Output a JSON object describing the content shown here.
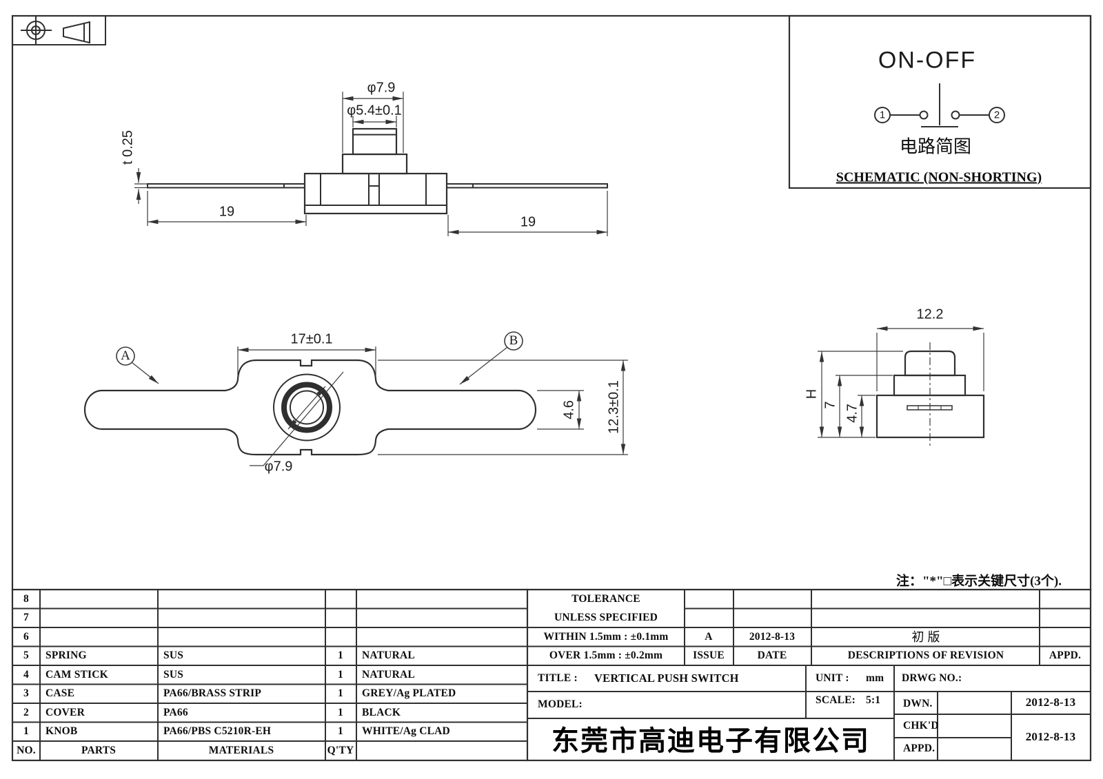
{
  "sheet": {
    "note": "注：\"*\"□表示关键尺寸(3个).",
    "company": "东莞市高迪电子有限公司"
  },
  "schematic": {
    "title": "ON-OFF",
    "terminal_left": "1",
    "terminal_right": "2",
    "caption_cn": "电路简图",
    "caption_en": "SCHEMATIC (NON-SHORTING)"
  },
  "front_view": {
    "dim_knob_top": "φ7.9",
    "dim_stem": "φ5.4±0.1",
    "dim_thickness": "t 0.25",
    "dim_terminal_left": "19",
    "dim_terminal_right": "19"
  },
  "top_view": {
    "label_a": "A",
    "label_b": "B",
    "dim_body_width": "17±0.1",
    "dim_hole": "φ7.9",
    "dim_terminal_width": "4.6",
    "dim_body_depth": "12.3±0.1"
  },
  "side_view": {
    "dim_width": "12.2",
    "dim_total_height": "H",
    "dim_mid_height": "7",
    "dim_base_height": "4.7"
  },
  "parts_table": {
    "headers": {
      "no": "NO.",
      "parts": "PARTS",
      "materials": "MATERIALS",
      "qty": "Q'TY"
    },
    "rows": [
      {
        "no": "8",
        "parts": "",
        "materials": "",
        "qty": "",
        "finish": ""
      },
      {
        "no": "7",
        "parts": "",
        "materials": "",
        "qty": "",
        "finish": ""
      },
      {
        "no": "6",
        "parts": "",
        "materials": "",
        "qty": "",
        "finish": ""
      },
      {
        "no": "5",
        "parts": "SPRING",
        "materials": "SUS",
        "qty": "1",
        "finish": "NATURAL"
      },
      {
        "no": "4",
        "parts": "CAM STICK",
        "materials": "SUS",
        "qty": "1",
        "finish": "NATURAL"
      },
      {
        "no": "3",
        "parts": "CASE",
        "materials": "PA66/BRASS STRIP",
        "qty": "1",
        "finish": "GREY/Ag PLATED"
      },
      {
        "no": "2",
        "parts": "COVER",
        "materials": "PA66",
        "qty": "1",
        "finish": "BLACK"
      },
      {
        "no": "1",
        "parts": "KNOB",
        "materials": "PA66/PBS C5210R-EH",
        "qty": "1",
        "finish": "WHITE/Ag CLAD"
      }
    ]
  },
  "title_block": {
    "tolerance_line1": "TOLERANCE",
    "tolerance_line2": "UNLESS  SPECIFIED",
    "tolerance_within": "WITHIN 1.5mm : ±0.1mm",
    "tolerance_over": "OVER 1.5mm : ±0.2mm",
    "revision": {
      "issue_value": "A",
      "date_value": "2012-8-13",
      "description_value": "初 版",
      "appd_value": "",
      "issue_label": "ISSUE",
      "date_label": "DATE",
      "description_label": "DESCRIPTIONS OF REVISION",
      "appd_label": "APPD."
    },
    "title_label": "TITLE :",
    "title_value": "VERTICAL PUSH SWITCH",
    "unit_label": "UNIT :",
    "unit_value": "mm",
    "drwg_label": "DRWG NO.:",
    "model_label": "MODEL:",
    "scale_label": "SCALE:",
    "scale_value": "5:1",
    "dwn_label": "DWN.",
    "dwn_date": "2012-8-13",
    "chkd_label": "CHK'D",
    "chkd_date": "2012-8-13",
    "appd_label": "APPD."
  }
}
